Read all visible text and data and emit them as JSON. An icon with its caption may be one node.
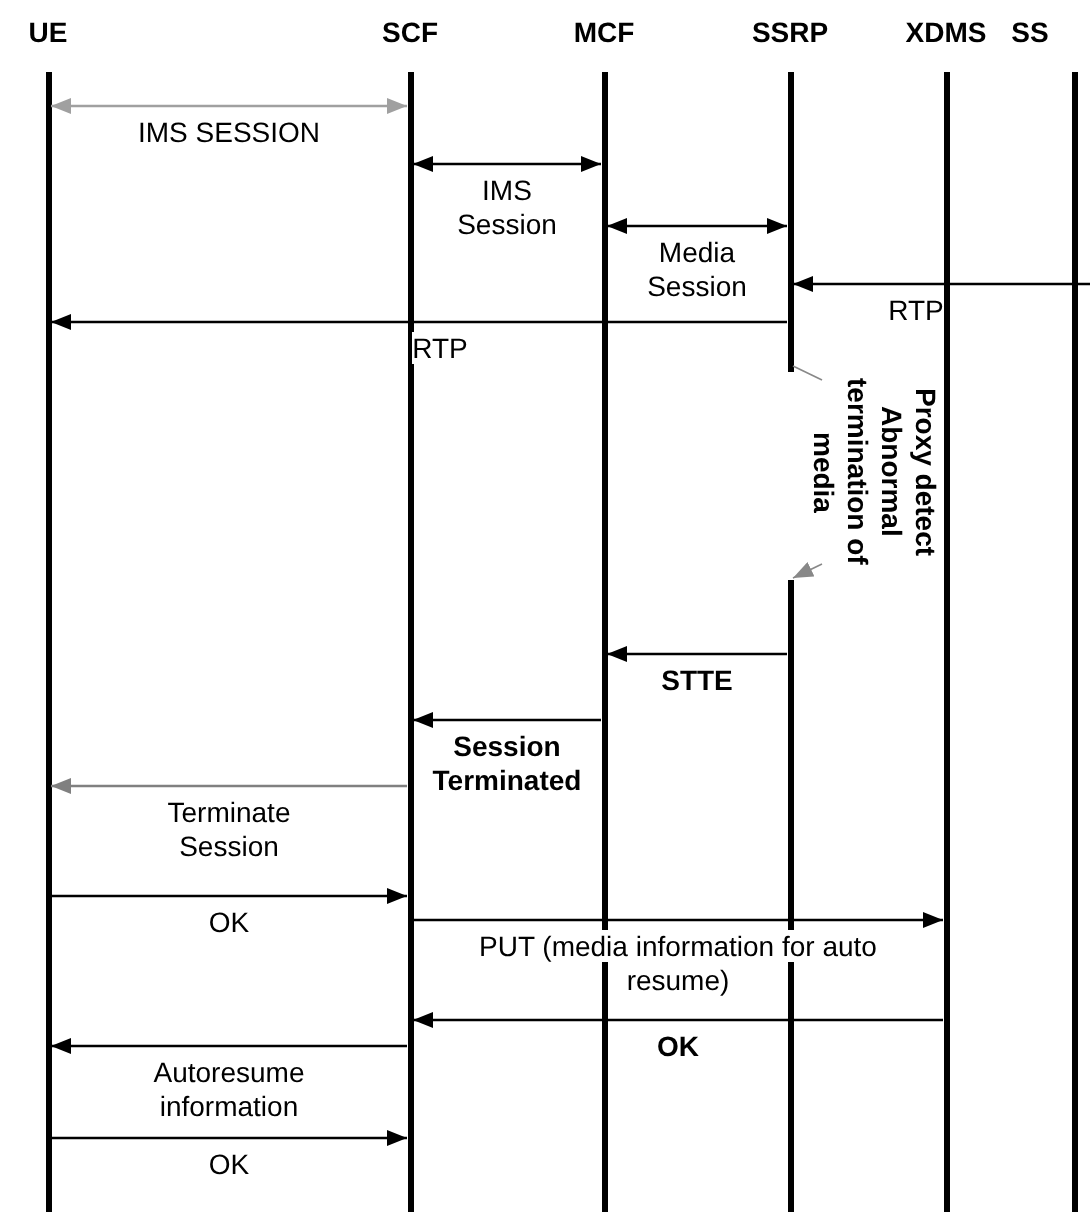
{
  "diagram": {
    "nodes": [
      {
        "text": [
          "UE"
        ]
      },
      {
        "text": [
          "SCF"
        ]
      },
      {
        "text": [
          "MCF"
        ]
      },
      {
        "text": [
          "SSRP"
        ]
      },
      {
        "text": [
          "XDMS"
        ]
      },
      {
        "text": [
          "SS"
        ]
      },
      {
        "text": [
          "Proxy detect Abnormal termination of media"
        ]
      }
    ],
    "edges": [
      {
        "from": 0,
        "to": 1,
        "arrow": "both",
        "label": "IMS SESSION",
        "color": "#a0a0a0"
      },
      {
        "from": 1,
        "to": 2,
        "arrow": "both",
        "label": "IMS Session"
      },
      {
        "from": 2,
        "to": 3,
        "arrow": "both",
        "label": "Media Session"
      },
      {
        "from": 5,
        "to": 3,
        "arrow": "to",
        "label": "RTP"
      },
      {
        "from": 3,
        "to": 0,
        "arrow": "to",
        "label": "RTP"
      },
      {
        "from": 6,
        "to": 3,
        "arrow": "none",
        "color": "#888888"
      },
      {
        "from": 6,
        "to": 3,
        "arrow": "to",
        "color": "#888888"
      },
      {
        "from": 3,
        "to": 2,
        "arrow": "to",
        "label": "STTE"
      },
      {
        "from": 2,
        "to": 1,
        "arrow": "to",
        "label": "Session Terminated"
      },
      {
        "from": 1,
        "to": 0,
        "arrow": "to",
        "label": "Terminate Session",
        "color": "#808080"
      },
      {
        "from": 0,
        "to": 1,
        "arrow": "to",
        "label": "OK"
      },
      {
        "from": 1,
        "to": 4,
        "arrow": "to",
        "label": "PUT (media information for auto resume)"
      },
      {
        "from": 4,
        "to": 1,
        "arrow": "to",
        "label": "OK"
      },
      {
        "from": 1,
        "to": 0,
        "arrow": "to",
        "label": "Autoresume information"
      },
      {
        "from": 0,
        "to": 1,
        "arrow": "to",
        "label": "OK"
      }
    ]
  }
}
